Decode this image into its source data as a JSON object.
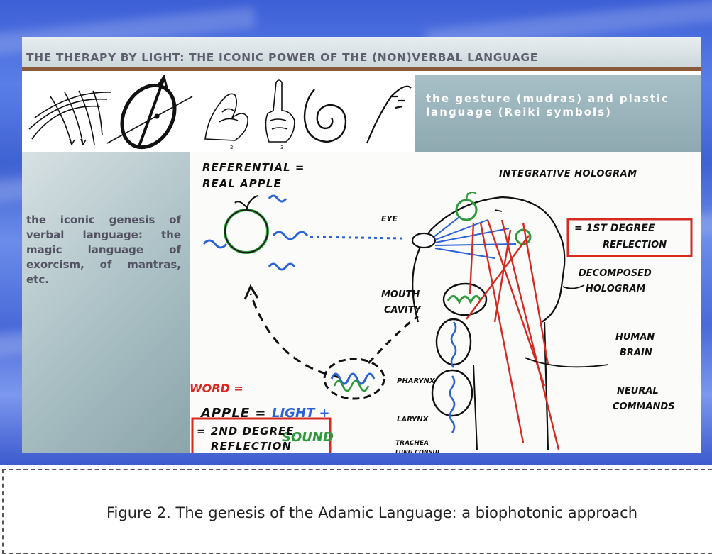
{
  "slide": {
    "title": "THE THERAPY BY LIGHT: THE ICONIC POWER OF THE (NON)VERBAL LANGUAGE",
    "gesture_text": "the gesture (mudras) and plastic language (Reiki symbols)",
    "left_text": "the iconic genesis of verbal language: the magic language of exorcism, of mantras, etc.",
    "symbol_numbers": [
      "2",
      "3"
    ]
  },
  "diagram": {
    "referential": "REFERENTIAL =",
    "real_apple": "REAL APPLE",
    "eye": "EYE",
    "integrative": "INTEGRATIVE HOLOGRAM",
    "first_degree_1": "= 1ST DEGREE",
    "first_degree_2": "REFLECTION",
    "decomposed_1": "DECOMPOSED",
    "decomposed_2": "HOLOGRAM",
    "mouth_1": "MOUTH",
    "mouth_2": "CAVITY",
    "human_1": "HUMAN",
    "human_2": "BRAIN",
    "word": "WORD =",
    "apple": "APPLE =",
    "light": "LIGHT +",
    "sound": "SOUND",
    "pharynx": "PHARYNX",
    "larynx": "LARYNX",
    "neural_1": "NEURAL",
    "neural_2": "COMMANDS",
    "second_degree_1": "= 2ND DEGREE",
    "second_degree_2": "REFLECTION",
    "trachea": "TRACHEA",
    "lung": "LUNG CONSUL"
  },
  "caption": "Figure 2. The genesis of the Adamic Language: a biophotonic approach",
  "colors": {
    "background_blue": "#4a6ad9",
    "title_rule": "#8a5a3b",
    "title_text": "#5e5e6e",
    "gesture_box": "#9bb4bb",
    "ink_black": "#111111",
    "ink_red": "#d42a20",
    "ink_green": "#2f9a3a",
    "ink_blue": "#2a63d8"
  }
}
